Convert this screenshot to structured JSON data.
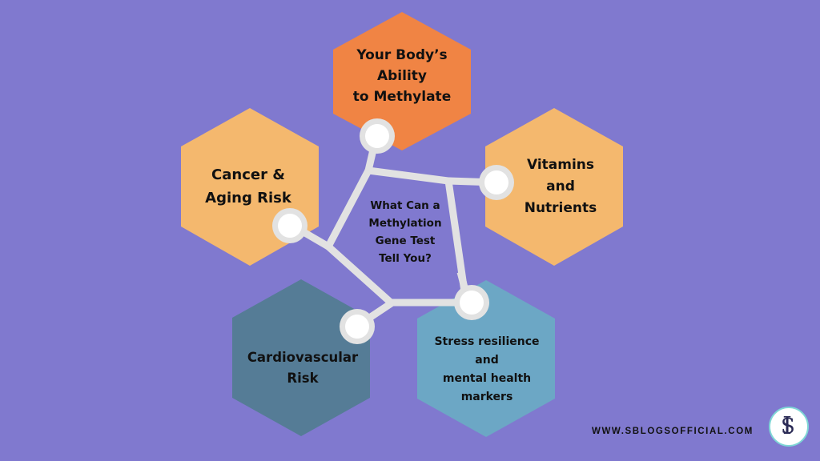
{
  "colors": {
    "background": "#8079CF",
    "hex_orange": "#F08444",
    "hex_peach": "#F4B86E",
    "hex_slate": "#557C96",
    "hex_teal": "#6CA7C5",
    "connector": "#E2E2E2",
    "node_fill": "#FFFFFF"
  },
  "center": {
    "title_lines": [
      "What Can a",
      "Methylation",
      "Gene Test",
      "Tell You?"
    ]
  },
  "hexagons": [
    {
      "id": "methylate",
      "lines": [
        "Your Body’s",
        "Ability",
        "to Methylate"
      ],
      "color": "#F08444"
    },
    {
      "id": "vitamins",
      "lines": [
        "Vitamins",
        "and",
        "Nutrients"
      ],
      "color": "#F4B86E"
    },
    {
      "id": "stress",
      "lines": [
        "Stress resilience",
        "and",
        "mental health",
        "markers"
      ],
      "color": "#6CA7C5"
    },
    {
      "id": "cardio",
      "lines": [
        "Cardiovascular",
        "Risk"
      ],
      "color": "#557C96"
    },
    {
      "id": "cancer",
      "lines": [
        "Cancer &",
        "Aging Risk"
      ],
      "color": "#F4B86E"
    }
  ],
  "footer": {
    "url": "WWW.SBLOGSOFFICIAL.COM",
    "logo_text": [
      "I",
      "S"
    ]
  }
}
